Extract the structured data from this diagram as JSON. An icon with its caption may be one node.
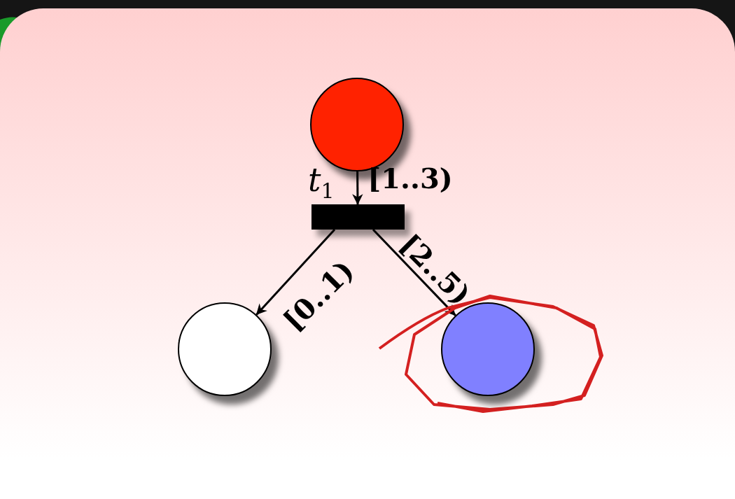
{
  "diagram": {
    "nodes": [
      {
        "text": [],
        "shape": "circle"
      },
      {
        "text": [],
        "shape": "bar",
        "beside": [
          "t$_{1}$"
        ]
      },
      {
        "text": [],
        "shape": "circle"
      },
      {
        "text": [],
        "shape": "circle"
      }
    ],
    "edges": [
      {
        "from": 0,
        "to": 1,
        "arrow": "to",
        "label": "[1..3)"
      },
      {
        "from": 1,
        "to": 2,
        "arrow": "to",
        "label": "[0..1)"
      },
      {
        "from": 1,
        "to": 3,
        "arrow": "to",
        "label": "[2..5)"
      }
    ]
  }
}
